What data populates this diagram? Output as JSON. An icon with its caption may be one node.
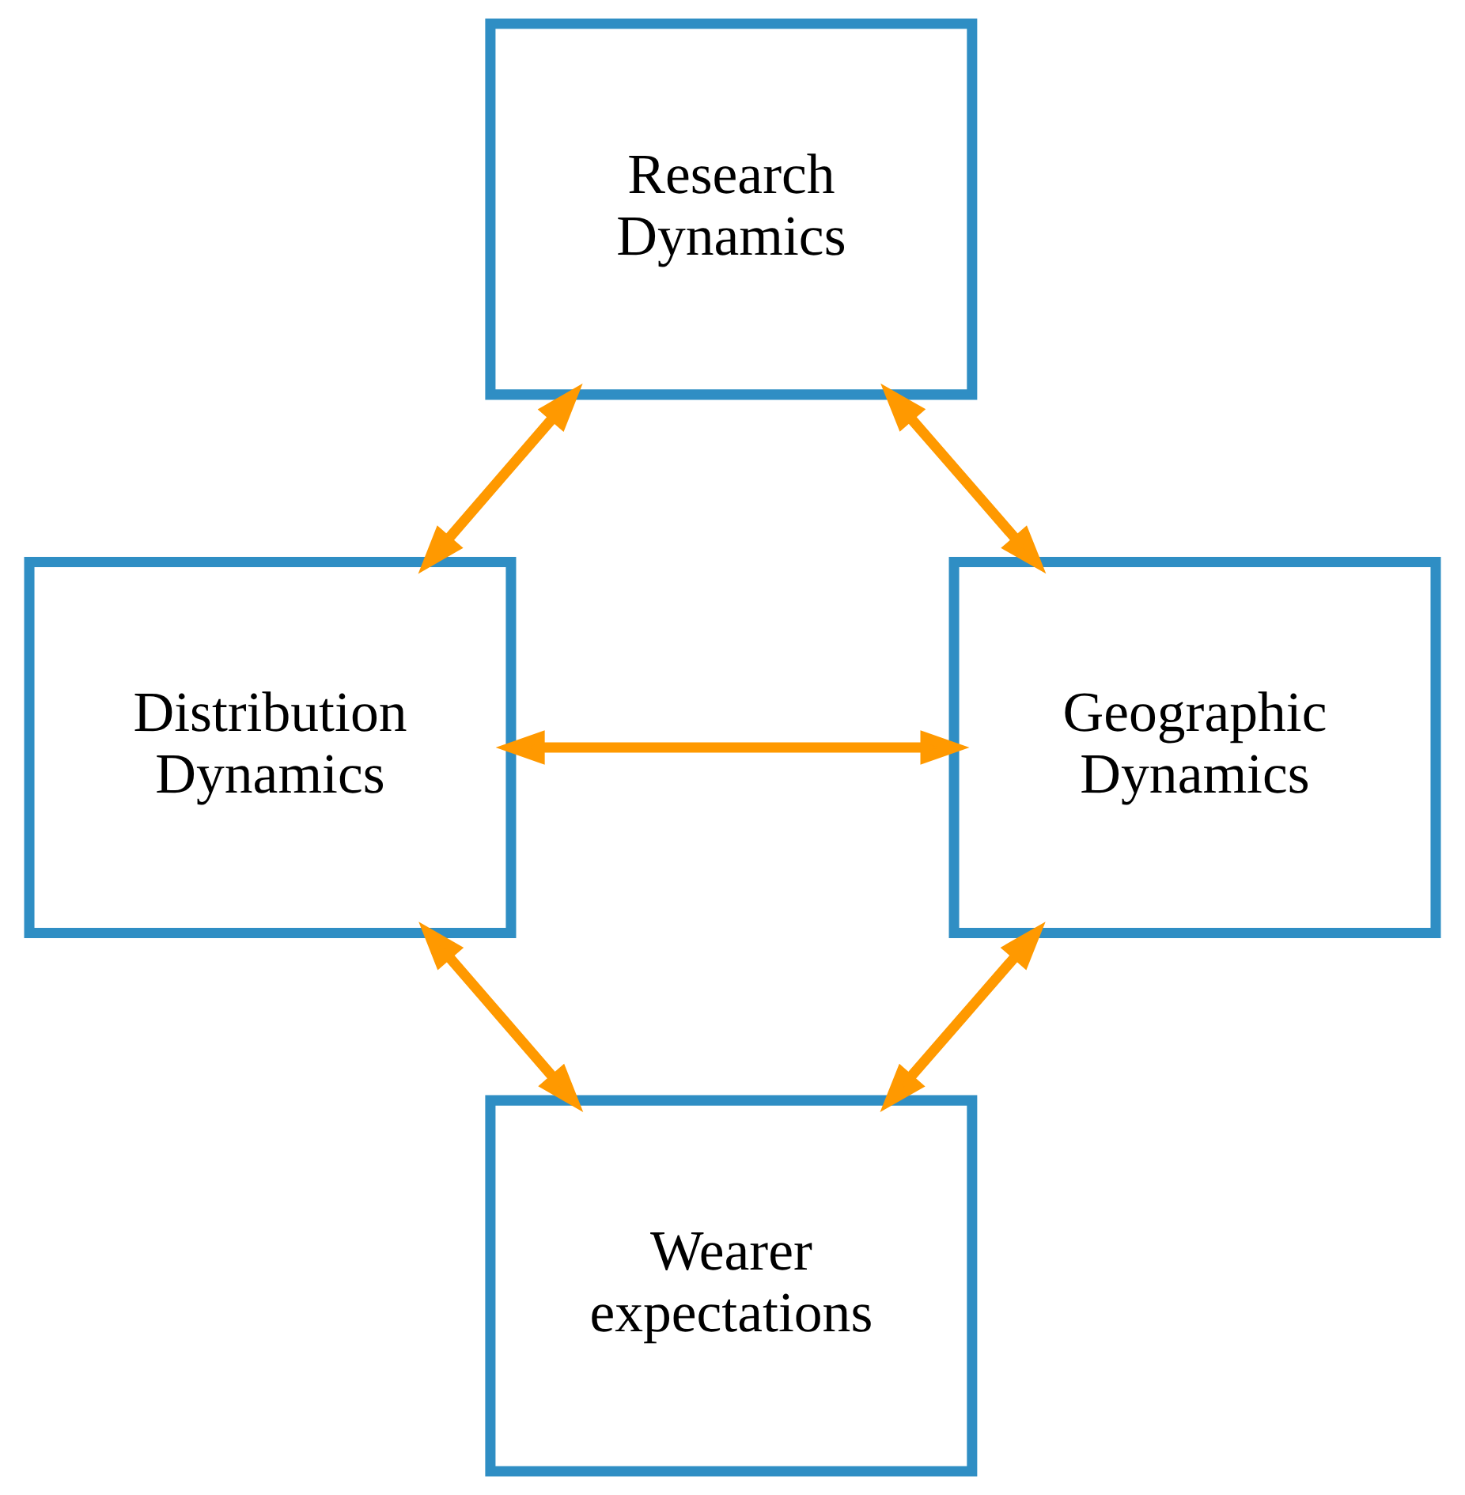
{
  "diagram": {
    "nodes": [
      {
        "text": [
          "Research Dynamics"
        ]
      },
      {
        "text": [
          "Distribution Dynamics"
        ]
      },
      {
        "text": [
          "Geographic Dynamics"
        ]
      },
      {
        "text": [
          "Wearer expectations"
        ]
      }
    ],
    "edges": [
      {
        "from": 0,
        "to": 1,
        "arrow": "both"
      },
      {
        "from": 0,
        "to": 2,
        "arrow": "both"
      },
      {
        "from": 1,
        "to": 2,
        "arrow": "both"
      },
      {
        "from": 1,
        "to": 3,
        "arrow": "both"
      },
      {
        "from": 2,
        "to": 3,
        "arrow": "both"
      }
    ]
  }
}
